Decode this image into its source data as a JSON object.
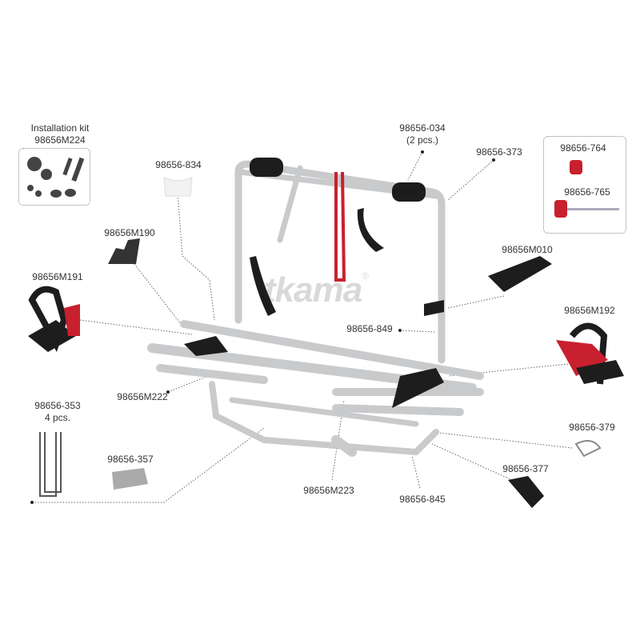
{
  "watermark": {
    "brand": "tkama",
    "mark": "®"
  },
  "labels": {
    "installation_kit_title": "Installation kit",
    "installation_kit_code": "98656M224",
    "p834": "98656-834",
    "p034": "98656-034",
    "p034_qty": "(2 pcs.)",
    "p373": "98656-373",
    "p764": "98656-764",
    "p765": "98656-765",
    "pM190": "98656M190",
    "pM010": "98656M010",
    "pM191": "98656M191",
    "p849": "98656-849",
    "pM192": "98656M192",
    "pM222": "98656M222",
    "p353": "98656-353",
    "p353_qty": "4 pcs.",
    "p379": "98656-379",
    "p357": "98656-357",
    "p377": "98656-377",
    "pM223": "98656M223",
    "p845": "98656-845"
  },
  "colors": {
    "tube": "#c9cacc",
    "black": "#1d1d1d",
    "red": "#c8202e",
    "text": "#333333"
  }
}
